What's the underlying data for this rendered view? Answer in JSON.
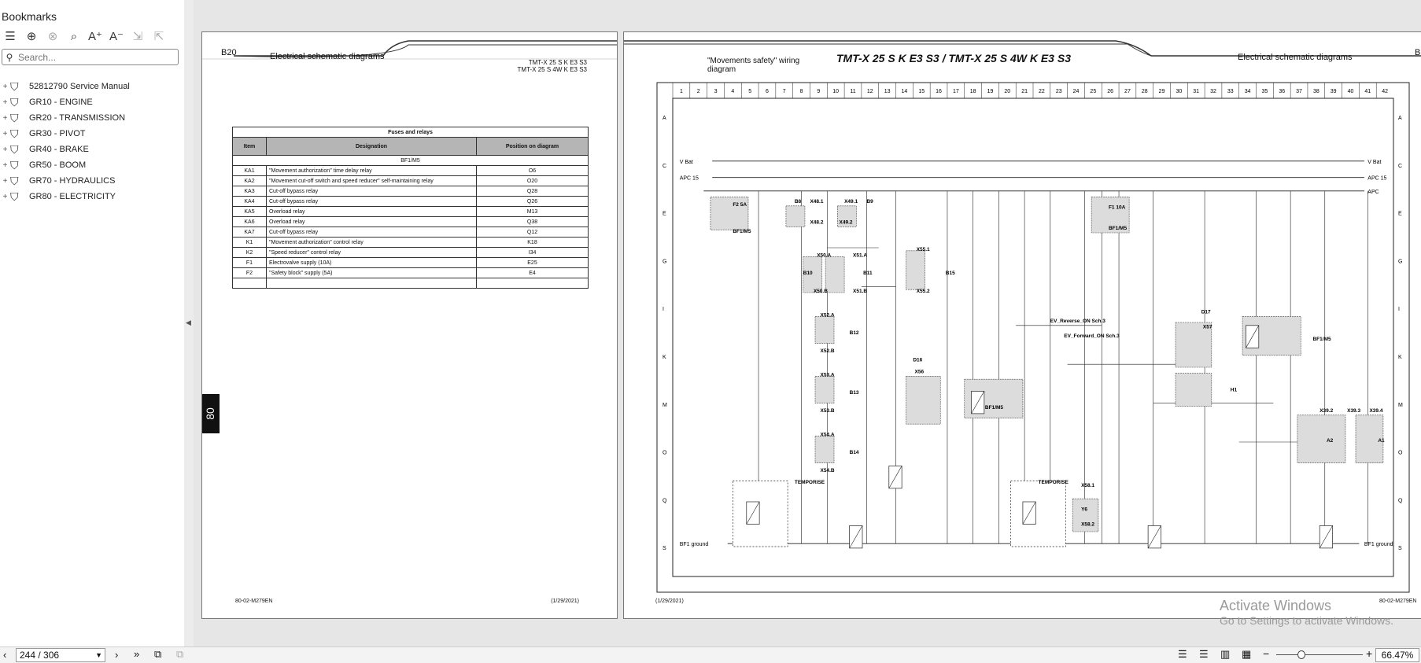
{
  "sidebar": {
    "title": "Bookmarks",
    "search_placeholder": "Search...",
    "items": [
      {
        "toggle": "+",
        "label": "52812790 Service Manual"
      },
      {
        "toggle": "+",
        "label": "GR10 - ENGINE"
      },
      {
        "toggle": "+",
        "label": "GR20 - TRANSMISSION"
      },
      {
        "toggle": "+",
        "label": "GR30 - PIVOT"
      },
      {
        "toggle": "+",
        "label": "GR40 - BRAKE"
      },
      {
        "toggle": "+",
        "label": "GR50 - BOOM"
      },
      {
        "toggle": "+",
        "label": "GR70 - HYDRAULICS"
      },
      {
        "toggle": "+",
        "label": "GR80 - ELECTRICITY"
      }
    ]
  },
  "left_page": {
    "section": "B20",
    "header_title": "Electrical schematic diagrams",
    "model_line1": "TMT-X 25 S K E3 S3",
    "model_line2": "TMT-X 25 S 4W K E3 S3",
    "side_tab": "80",
    "footer_code": "80-02-M279EN",
    "footer_date": "(1/29/2021)",
    "table": {
      "title": "Fuses and relays",
      "headers": [
        "Item",
        "Designation",
        "Position on diagram"
      ],
      "section_row": "BF1/M5",
      "rows": [
        {
          "item": "KA1",
          "designation": "\"Movement authorization\" time delay relay",
          "position": "O6"
        },
        {
          "item": "KA2",
          "designation": "\"Movement cut-off switch and speed reducer\" self-maintaining relay",
          "position": "O20"
        },
        {
          "item": "KA3",
          "designation": "Cut-off bypass relay",
          "position": "Q28"
        },
        {
          "item": "KA4",
          "designation": "Cut-off bypass relay",
          "position": "Q26"
        },
        {
          "item": "KA5",
          "designation": "Overload relay",
          "position": "M13"
        },
        {
          "item": "KA6",
          "designation": "Overload relay",
          "position": "Q38"
        },
        {
          "item": "KA7",
          "designation": "Cut-off bypass relay",
          "position": "Q12"
        },
        {
          "item": "K1",
          "designation": "\"Movement authorization\" control relay",
          "position": "K18"
        },
        {
          "item": "K2",
          "designation": "\"Speed reducer\" control relay",
          "position": "I34"
        },
        {
          "item": "F1",
          "designation": "Electrovalve supply (10A)",
          "position": "E25"
        },
        {
          "item": "F2",
          "designation": "\"Safety block\" supply (5A)",
          "position": "E4"
        },
        {
          "item": "",
          "designation": "",
          "position": ""
        }
      ]
    }
  },
  "right_page": {
    "diagram_title_line1": "\"Movements safety\" wiring",
    "diagram_title_line2": "diagram",
    "model_title": "TMT-X 25 S K E3 S3 / TMT-X 25 S 4W K E3 S3",
    "header_title": "Electrical schematic diagrams",
    "section": "B",
    "footer_date": "(1/29/2021)",
    "footer_code": "80-02-M279EN",
    "schematic": {
      "columns": [
        "1",
        "2",
        "3",
        "4",
        "5",
        "6",
        "7",
        "8",
        "9",
        "10",
        "11",
        "12",
        "13",
        "14",
        "15",
        "16",
        "17",
        "18",
        "19",
        "20",
        "21",
        "22",
        "23",
        "24",
        "25",
        "26",
        "27",
        "28",
        "29",
        "30",
        "31",
        "32",
        "33",
        "34",
        "35",
        "36",
        "37",
        "38",
        "39",
        "40",
        "41",
        "42"
      ],
      "rows": [
        "A",
        "C",
        "E",
        "G",
        "I",
        "K",
        "M",
        "O",
        "Q",
        "S"
      ],
      "rails": [
        {
          "left": "V Bat",
          "right": "V Bat"
        },
        {
          "left": "APC 15",
          "right": "APC 15"
        },
        {
          "left": "",
          "right": "APC"
        }
      ],
      "ground_left": "BF1 ground",
      "ground_right": "BF1 ground",
      "labels": [
        {
          "t": "BF1/M5",
          "c": 3.5,
          "r": 4.5
        },
        {
          "t": "F2 5A",
          "c": 3.5,
          "r": 3.6
        },
        {
          "t": "B8",
          "c": 7.1,
          "r": 3.5
        },
        {
          "t": "X48.1",
          "c": 8,
          "r": 3.5
        },
        {
          "t": "X48.2",
          "c": 8,
          "r": 4.2
        },
        {
          "t": "X49.1",
          "c": 10,
          "r": 3.5
        },
        {
          "t": "X49.2",
          "c": 9.7,
          "r": 4.2
        },
        {
          "t": "B9",
          "c": 11.3,
          "r": 3.5
        },
        {
          "t": "X50.A",
          "c": 8.4,
          "r": 5.3
        },
        {
          "t": "X51.A",
          "c": 10.5,
          "r": 5.3
        },
        {
          "t": "B10",
          "c": 7.6,
          "r": 5.9
        },
        {
          "t": "B11",
          "c": 11.1,
          "r": 5.9
        },
        {
          "t": "X50.B",
          "c": 8.2,
          "r": 6.5
        },
        {
          "t": "X51.B",
          "c": 10.5,
          "r": 6.5
        },
        {
          "t": "X52.A",
          "c": 8.6,
          "r": 7.3
        },
        {
          "t": "B12",
          "c": 10.3,
          "r": 7.9
        },
        {
          "t": "X52.B",
          "c": 8.6,
          "r": 8.5
        },
        {
          "t": "X53.A",
          "c": 8.6,
          "r": 9.3
        },
        {
          "t": "B13",
          "c": 10.3,
          "r": 9.9
        },
        {
          "t": "X53.B",
          "c": 8.6,
          "r": 10.5
        },
        {
          "t": "X54.A",
          "c": 8.6,
          "r": 11.3
        },
        {
          "t": "B14",
          "c": 10.3,
          "r": 11.9
        },
        {
          "t": "X54.B",
          "c": 8.6,
          "r": 12.5
        },
        {
          "t": "TEMPORISE",
          "c": 7.1,
          "r": 12.9
        },
        {
          "t": "TEMPORISE",
          "c": 21.3,
          "r": 12.9
        },
        {
          "t": "X55.1",
          "c": 14.2,
          "r": 5.1
        },
        {
          "t": "B15",
          "c": 15.9,
          "r": 5.9
        },
        {
          "t": "X55.2",
          "c": 14.2,
          "r": 6.5
        },
        {
          "t": "D16",
          "c": 14,
          "r": 8.8
        },
        {
          "t": "X56",
          "c": 14.1,
          "r": 9.2
        },
        {
          "t": "BF1/M5",
          "c": 18.2,
          "r": 10.4
        },
        {
          "t": "BF1/M5",
          "c": 25.4,
          "r": 4.4
        },
        {
          "t": "F1 10A",
          "c": 25.4,
          "r": 3.7
        },
        {
          "t": "EV_Reverse_ON Sch.3",
          "c": 22,
          "r": 7.5
        },
        {
          "t": "EV_Forward_ON Sch.3",
          "c": 22.8,
          "r": 8.0
        },
        {
          "t": "D17",
          "c": 30.8,
          "r": 7.2
        },
        {
          "t": "X57",
          "c": 30.9,
          "r": 7.7
        },
        {
          "t": "H1",
          "c": 32.5,
          "r": 9.8
        },
        {
          "t": "BF1/M5",
          "c": 37.3,
          "r": 8.1
        },
        {
          "t": "X39.2",
          "c": 37.7,
          "r": 10.5
        },
        {
          "t": "X39.3",
          "c": 39.3,
          "r": 10.5
        },
        {
          "t": "X39.4",
          "c": 40.6,
          "r": 10.5
        },
        {
          "t": "A2",
          "c": 38.1,
          "r": 11.5
        },
        {
          "t": "A1",
          "c": 41.1,
          "r": 11.5
        },
        {
          "t": "X58.1",
          "c": 23.8,
          "r": 13.0
        },
        {
          "t": "Y6",
          "c": 23.8,
          "r": 13.8
        },
        {
          "t": "X58.2",
          "c": 23.8,
          "r": 14.3
        }
      ]
    }
  },
  "statusbar": {
    "page_value": "244 / 306",
    "zoom": "66.47%"
  },
  "watermark": {
    "line1": "Activate Windows",
    "line2": "Go to Settings to activate Windows."
  }
}
